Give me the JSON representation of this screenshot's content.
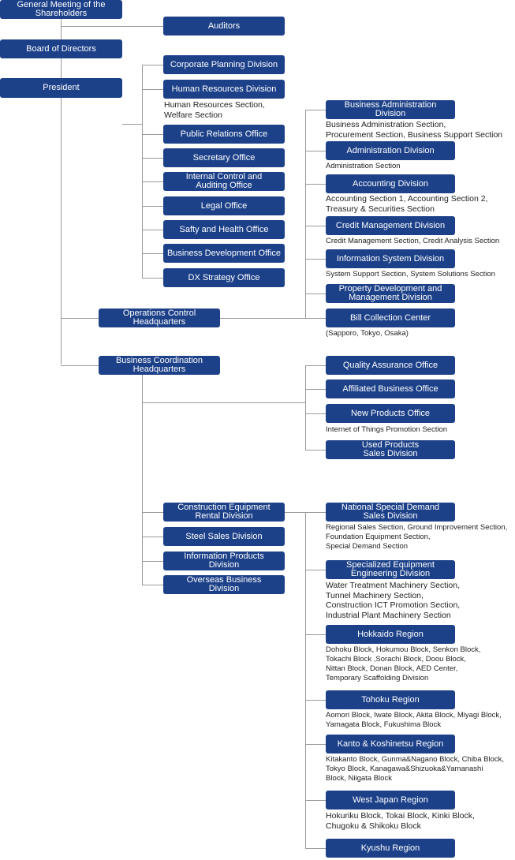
{
  "top": {
    "general_meeting": "General Meeting of the\nShareholders",
    "auditors": "Auditors",
    "board": "Board of Directors",
    "president": "President"
  },
  "staff": {
    "corporate_planning": "Corporate Planning Division",
    "human_resources": "Human Resources Division",
    "human_resources_note": "Human Resources Section,\nWelfare Section",
    "public_relations": "Public Relations Office",
    "secretary": "Secretary Office",
    "internal_control": "Internal Control and\nAuditing Office",
    "legal": "Legal Office",
    "safety_health": "Safty and Health Office",
    "business_development": "Business Development Office",
    "dx_strategy": "DX Strategy Office"
  },
  "operations": {
    "hq": "Operations Control\nHeadquarters",
    "business_admin": "Business Administration\nDivision",
    "business_admin_note": "Business Administration Section,\nProcurement Section, Business Support Section",
    "administration": "Administration Division",
    "administration_note": "Administration Section",
    "accounting": "Accounting Division",
    "accounting_note": "Accounting Section 1, Accounting Section 2,\nTreasury & Securities Section",
    "credit": "Credit Management Division",
    "credit_note": "Credit Management Section, Credit Analysis Section",
    "info_system": "Information System Division",
    "info_system_note": "System Support Section, System Solutions Section",
    "property": "Property Development and\nManagement Division",
    "bill_collection": "Bill Collection Center",
    "bill_collection_note": "(Sapporo, Tokyo, Osaka)"
  },
  "coordination": {
    "hq": "Business Coordination\nHeadquarters",
    "quality": "Quality Assurance Office",
    "affiliated": "Affiliated Business Office",
    "new_products": "New Products Office",
    "new_products_note": "Internet of Things Promotion Section",
    "used_products": "Used Products\nSales Division",
    "construction": "Construction Equipment\nRental Division",
    "steel": "Steel Sales Division",
    "info_products": "Information Products\nDivision",
    "overseas": "Overseas Business\nDivision"
  },
  "regions": {
    "national": "National Special Demand\nSales Division",
    "national_note": "Regional Sales Section, Ground Improvement Section,\nFoundation Equipment Section,\nSpecial Demand Section",
    "specialized": "Specialized Equipment\nEngineering Division",
    "specialized_note": "Water Treatment Machinery Section,\nTunnel Machinery Section,\nConstruction ICT Promotion Section,\nIndustrial Plant Machinery Section",
    "hokkaido": "Hokkaido Region",
    "hokkaido_note": "Dohoku Block, Hokumou Block, Senkon Block,\nTokachi Block ,Sorachi Block, Doou Block,\nNittan Block, Donan Block, AED Center,\nTemporary Scaffolding Division",
    "tohoku": "Tohoku Region",
    "tohoku_note": "Aomori Block, Iwate Block, Akita Block, Miyagi Block,\nYamagata Block, Fukushima Block",
    "kanto": "Kanto & Koshinetsu Region",
    "kanto_note": "Kitakanto Block, Gunma&Nagano Block, Chiba Block,\nTokyo Block, Kanagawa&Shizuoka&Yamanashi\nBlock, Niigata Block",
    "west": "West Japan Region",
    "west_note": "Hokuriku Block, Tokai Block, Kinki Block,\nChugoku & Shikoku Block",
    "kyushu": "Kyushu Region"
  }
}
